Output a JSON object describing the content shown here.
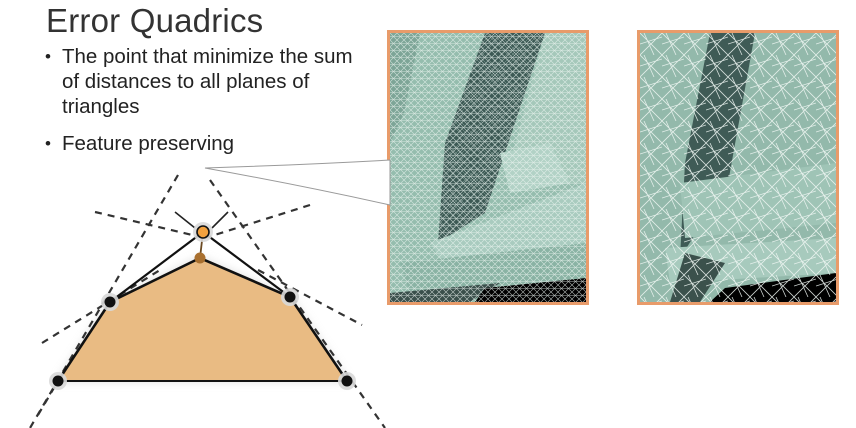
{
  "slide": {
    "title": "Error Quadrics",
    "bullets": [
      "The point that minimize the sum of distances to all planes of triangles",
      "Feature preserving"
    ]
  },
  "colors": {
    "panel_border": "#e89b6a",
    "mesh_fill": "#8fb8a8",
    "triangle_fill": "#e9bb83",
    "optimal_vertex": "#f2a13e",
    "collapsed_vertex": "#a9702f"
  }
}
